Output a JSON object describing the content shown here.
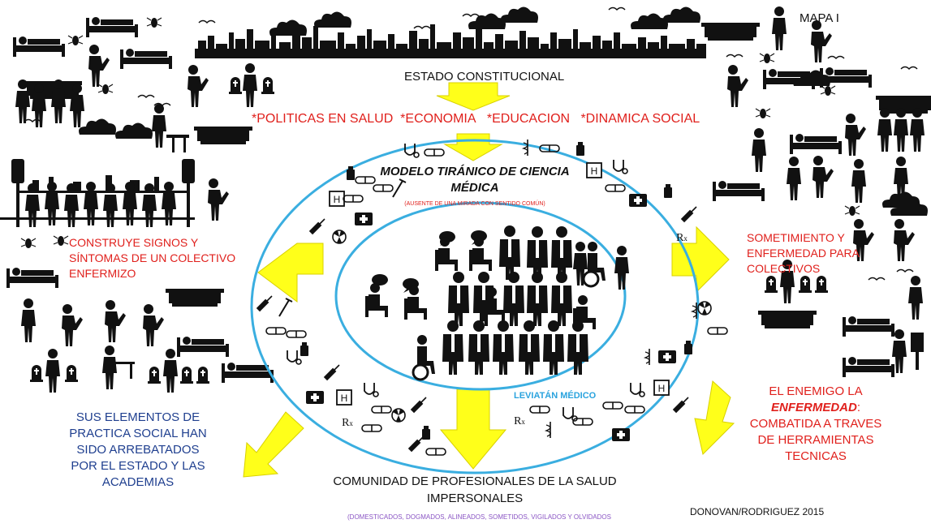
{
  "map_label": "MAPA I",
  "top": {
    "state": "ESTADO CONSTITUCIONAL",
    "policies": [
      "*POLITICAS EN SALUD",
      "*ECONOMIA",
      "*EDUCACION",
      "*DINAMICA SOCIAL"
    ]
  },
  "model": {
    "title_line1": "MODELO TIRÁNICO DE CIENCIA",
    "title_line2": "MÉDICA",
    "subtitle": "(AUSENTE DE UNA MIRADA CON SENTIDO COMÚN)",
    "leviathan": "LEVIATÁN MÉDICO"
  },
  "left": {
    "builds": [
      "CONSTRUYE SIGNOS Y",
      "SÍNTOMAS DE UN COLECTIVO",
      "ENFERMIZO"
    ],
    "elements": [
      "SUS ELEMENTOS DE",
      "PRACTICA SOCIAL HAN",
      "SIDO ARREBATADOS",
      "POR EL ESTADO Y LAS",
      "ACADEMIAS"
    ]
  },
  "right": {
    "submission": [
      "SOMETIMIENTO Y",
      "ENFERMEDAD PARA",
      "COLECTIVOS"
    ],
    "enemy_line1": "EL ENEMIGO LA",
    "enemy_word": "ENFERMEDAD",
    "enemy_colon": ":",
    "enemy_rest": [
      "COMBATIDA A TRAVES",
      "DE HERRAMIENTAS",
      "TECNICAS"
    ]
  },
  "bottom": {
    "community": [
      "COMUNIDAD DE PROFESIONALES DE LA SALUD",
      "IMPERSONALES"
    ],
    "descriptors": "(DOMESTICADOS, DOGMADOS, ALINEADOS, SOMETIDOS, VIGILADOS Y OLVIDADOS",
    "credit": "DONOVAN/RODRIGUEZ 2015"
  },
  "colors": {
    "arrow_fill": "#ffff1a",
    "arrow_stroke": "#d8d000",
    "ellipse_stroke": "#3aaee0",
    "red_text": "#e0201c",
    "blue_text": "#1f3f8f",
    "cyan_text": "#2aa3de",
    "purple_text": "#8a55c4"
  },
  "icons": [
    "city-skyline-icon",
    "cloud-icon",
    "bird-icon",
    "sick-person-icon",
    "bed-patient-icon",
    "coffin-icon",
    "grave-icon",
    "family-icon",
    "insect-icon",
    "traffic-light-icon",
    "crowd-walking-icon",
    "doctor-icon",
    "nurse-icon",
    "wheelchair-icon",
    "stethoscope-icon",
    "pills-icon",
    "syringe-icon",
    "first-aid-kit-icon",
    "hospital-sign-icon",
    "prescription-icon",
    "radiation-icon",
    "crutch-icon",
    "bandage-icon",
    "iv-bag-icon",
    "scalpel-icon",
    "caduceus-icon"
  ]
}
